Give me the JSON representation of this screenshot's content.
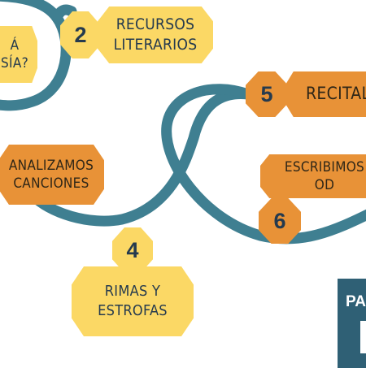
{
  "colors": {
    "path": "#3f7f91",
    "yellow": "#fbd865",
    "orange": "#e89237",
    "text_dark": "#253a4e",
    "panel": "#2f6075"
  },
  "steps": [
    {
      "number": "2",
      "label": "RECURSOS\nLITERARIOS"
    },
    {
      "number": "4",
      "label": "RIMAS Y\nESTROFAS"
    },
    {
      "number": "5",
      "label": "RECITAL"
    },
    {
      "number": "6",
      "label": "ESCRIBIMOS OD"
    }
  ],
  "partial_box": {
    "label": "Á\nSÍA?"
  },
  "analyze_box": {
    "label": "ANALIZAMOS\nCANCIONES"
  },
  "panel": {
    "text": "PA"
  }
}
